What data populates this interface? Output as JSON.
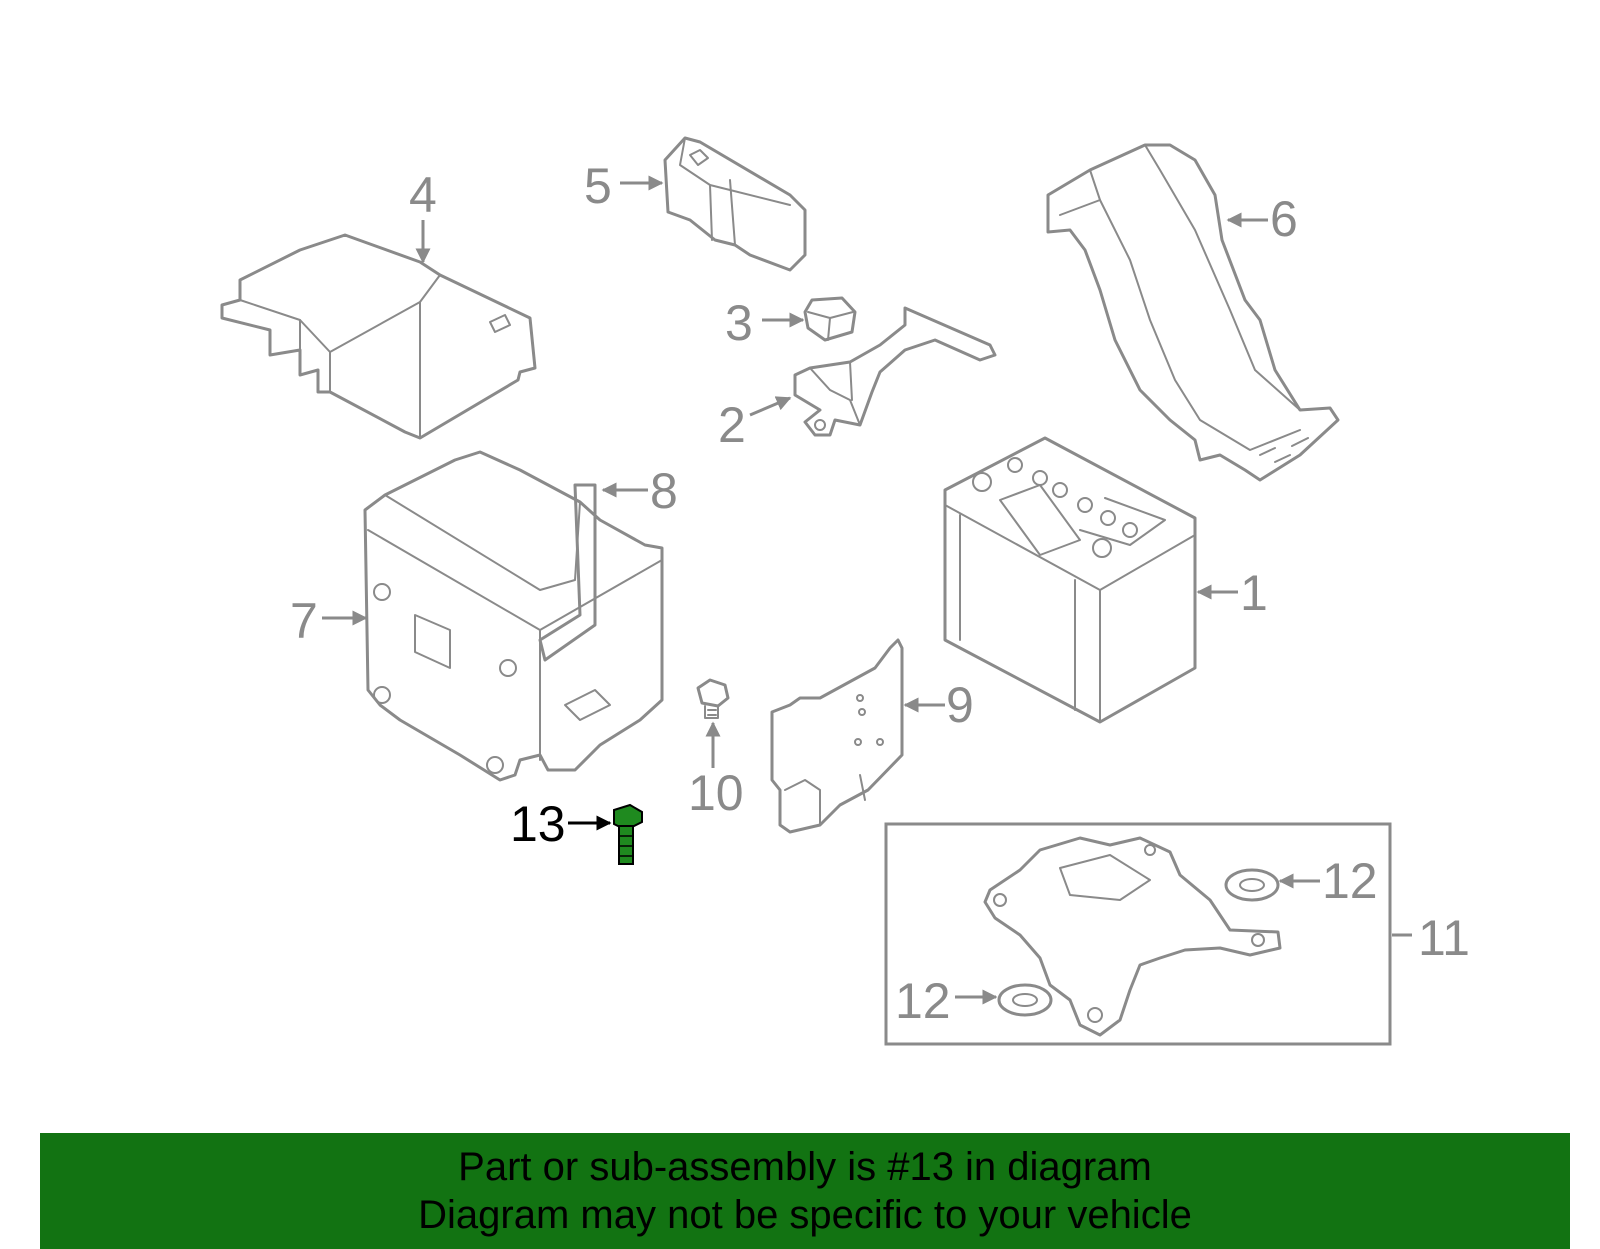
{
  "callouts": {
    "c1": "1",
    "c2": "2",
    "c3": "3",
    "c4": "4",
    "c5": "5",
    "c6": "6",
    "c7": "7",
    "c8": "8",
    "c9": "9",
    "c10": "10",
    "c11": "11",
    "c12a": "12",
    "c12b": "12",
    "c13": "13"
  },
  "highlight": {
    "part_number": "13",
    "color": "#1f8a1f"
  },
  "banner": {
    "line1": "Part or sub-assembly is #13 in diagram",
    "line2": "Diagram may not be specific to your vehicle",
    "background": "#127312"
  },
  "colors": {
    "line_art": "#8a8a8a",
    "highlight_text": "#000000"
  }
}
